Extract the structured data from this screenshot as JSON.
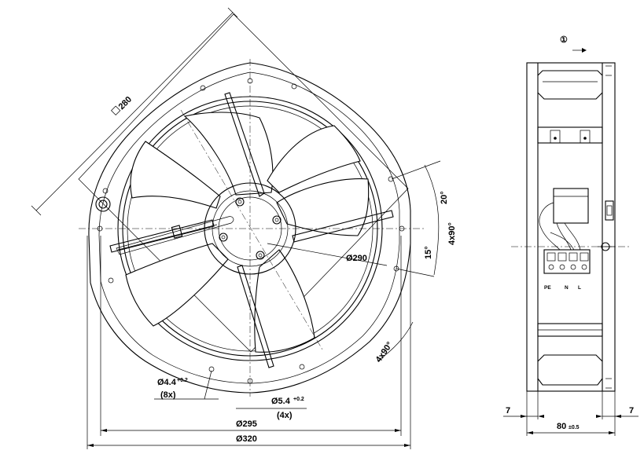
{
  "labels": {
    "square": "280",
    "d290": "Ø290",
    "d295": "Ø295",
    "d320": "Ø320",
    "hole_small": "Ø4.4",
    "hole_small_tol": "+0.2",
    "hole_small_count": "(8x)",
    "hole_large": "Ø5.4",
    "hole_large_tol": "+0.2",
    "hole_large_count": "(4x)",
    "angle_20": "20°",
    "angle_15": "15°",
    "angle_4x90_right": "4x90°",
    "angle_4x90_bottom": "4x90°",
    "direction": "①",
    "width_left": "7",
    "width_right": "7",
    "depth": "80",
    "depth_tol": "±0.5",
    "terminal_pe": "PE",
    "terminal_n": "N",
    "terminal_l": "L"
  }
}
